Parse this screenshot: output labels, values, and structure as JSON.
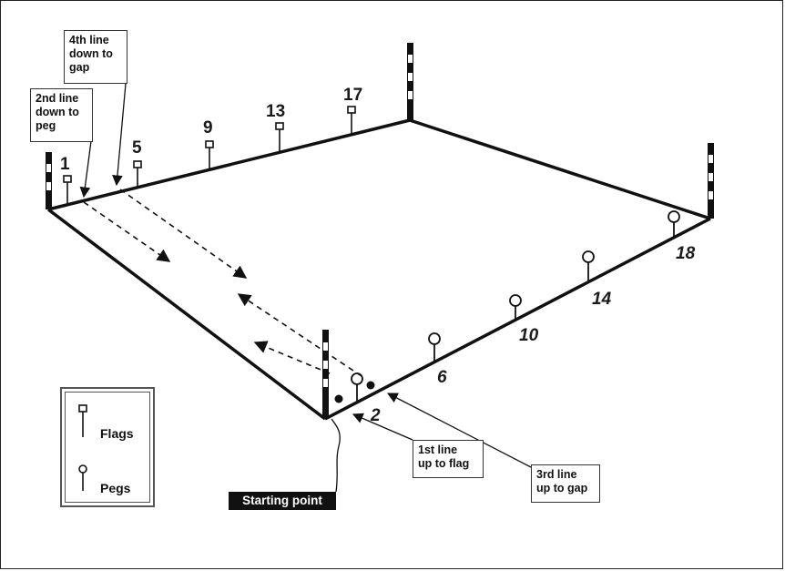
{
  "callouts": {
    "fourth_line": "4th line\ndown to\ngap",
    "second_line": "2nd line\ndown to\npeg",
    "first_line": "1st line\nup to flag",
    "third_line": "3rd line\nup to gap"
  },
  "flag_numbers": [
    "1",
    "5",
    "9",
    "13",
    "17"
  ],
  "peg_numbers": [
    "2",
    "6",
    "10",
    "14",
    "18"
  ],
  "legend": {
    "flags_label": "Flags",
    "pegs_label": "Pegs"
  },
  "starting_point_label": "Starting point"
}
